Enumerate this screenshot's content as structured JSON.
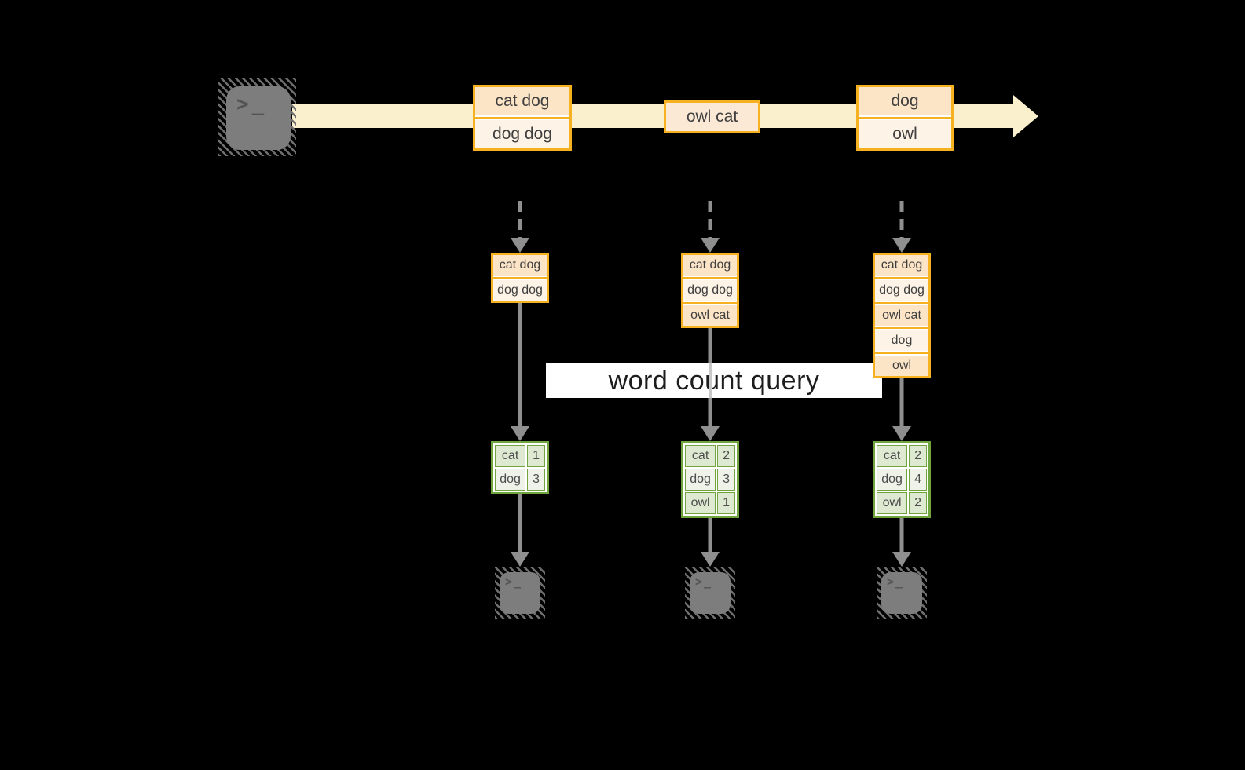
{
  "banner": {
    "label": "word count query"
  },
  "timeline": {
    "boxes": [
      {
        "cells": [
          "cat dog",
          "dog dog"
        ]
      },
      {
        "cells": [
          "owl cat"
        ]
      },
      {
        "cells": [
          "dog",
          "owl"
        ]
      }
    ]
  },
  "columns": [
    {
      "stack": [
        "cat dog",
        "dog dog"
      ],
      "counts": [
        [
          "cat",
          "1"
        ],
        [
          "dog",
          "3"
        ]
      ]
    },
    {
      "stack": [
        "cat dog",
        "dog dog",
        "owl cat"
      ],
      "counts": [
        [
          "cat",
          "2"
        ],
        [
          "dog",
          "3"
        ],
        [
          "owl",
          "1"
        ]
      ]
    },
    {
      "stack": [
        "cat dog",
        "dog dog",
        "owl cat",
        "dog",
        "owl"
      ],
      "counts": [
        [
          "cat",
          "2"
        ],
        [
          "dog",
          "4"
        ],
        [
          "owl",
          "2"
        ]
      ]
    }
  ],
  "icons": {
    "terminal_glyph": ">_"
  },
  "colors": {
    "accent_orange": "#F5B120",
    "peach_fill": "#FCE4C7",
    "peach_fill_light": "#FDF3E6",
    "peach_fill_mid": "#FBE9D6",
    "cream_band": "#FAF0CD",
    "arrow_gray": "#8F8F8F",
    "line_over_banner": "#C9C9C9",
    "green_border": "#6FA53C",
    "green_fill": "#DEE9D2",
    "green_fill_light": "#EEF2E8",
    "terminal_gray": "#7D7D7D",
    "banner_bg": "#FFFFFF",
    "banner_text": "#1D1D1D",
    "cell_text": "#3F3F3F",
    "background": "#000000"
  }
}
